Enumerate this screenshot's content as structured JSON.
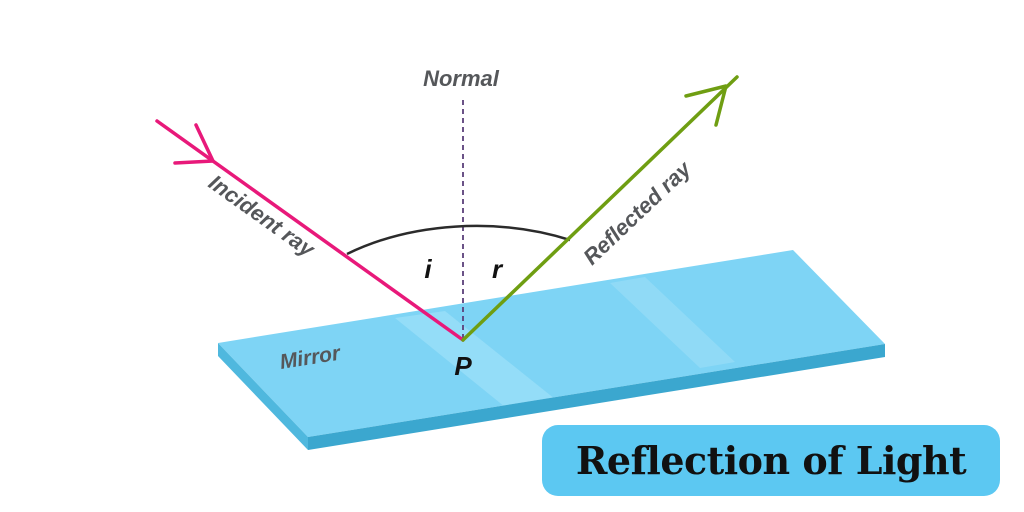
{
  "diagram": {
    "normal_label": "Normal",
    "incident_label": "Incident ray",
    "reflected_label": "Reflected ray",
    "angle_i": "i",
    "angle_r": "r",
    "mirror_label": "Mirror",
    "point_label": "P"
  },
  "title": "Reflection of Light",
  "colors": {
    "incident_ray": "#e8197a",
    "reflected_ray": "#6f9e12",
    "mirror_top": "#7ed4f5",
    "mirror_edge": "#3ba7cf",
    "title_box": "#5cc8f2",
    "normal_line": "#5b3f7a"
  }
}
